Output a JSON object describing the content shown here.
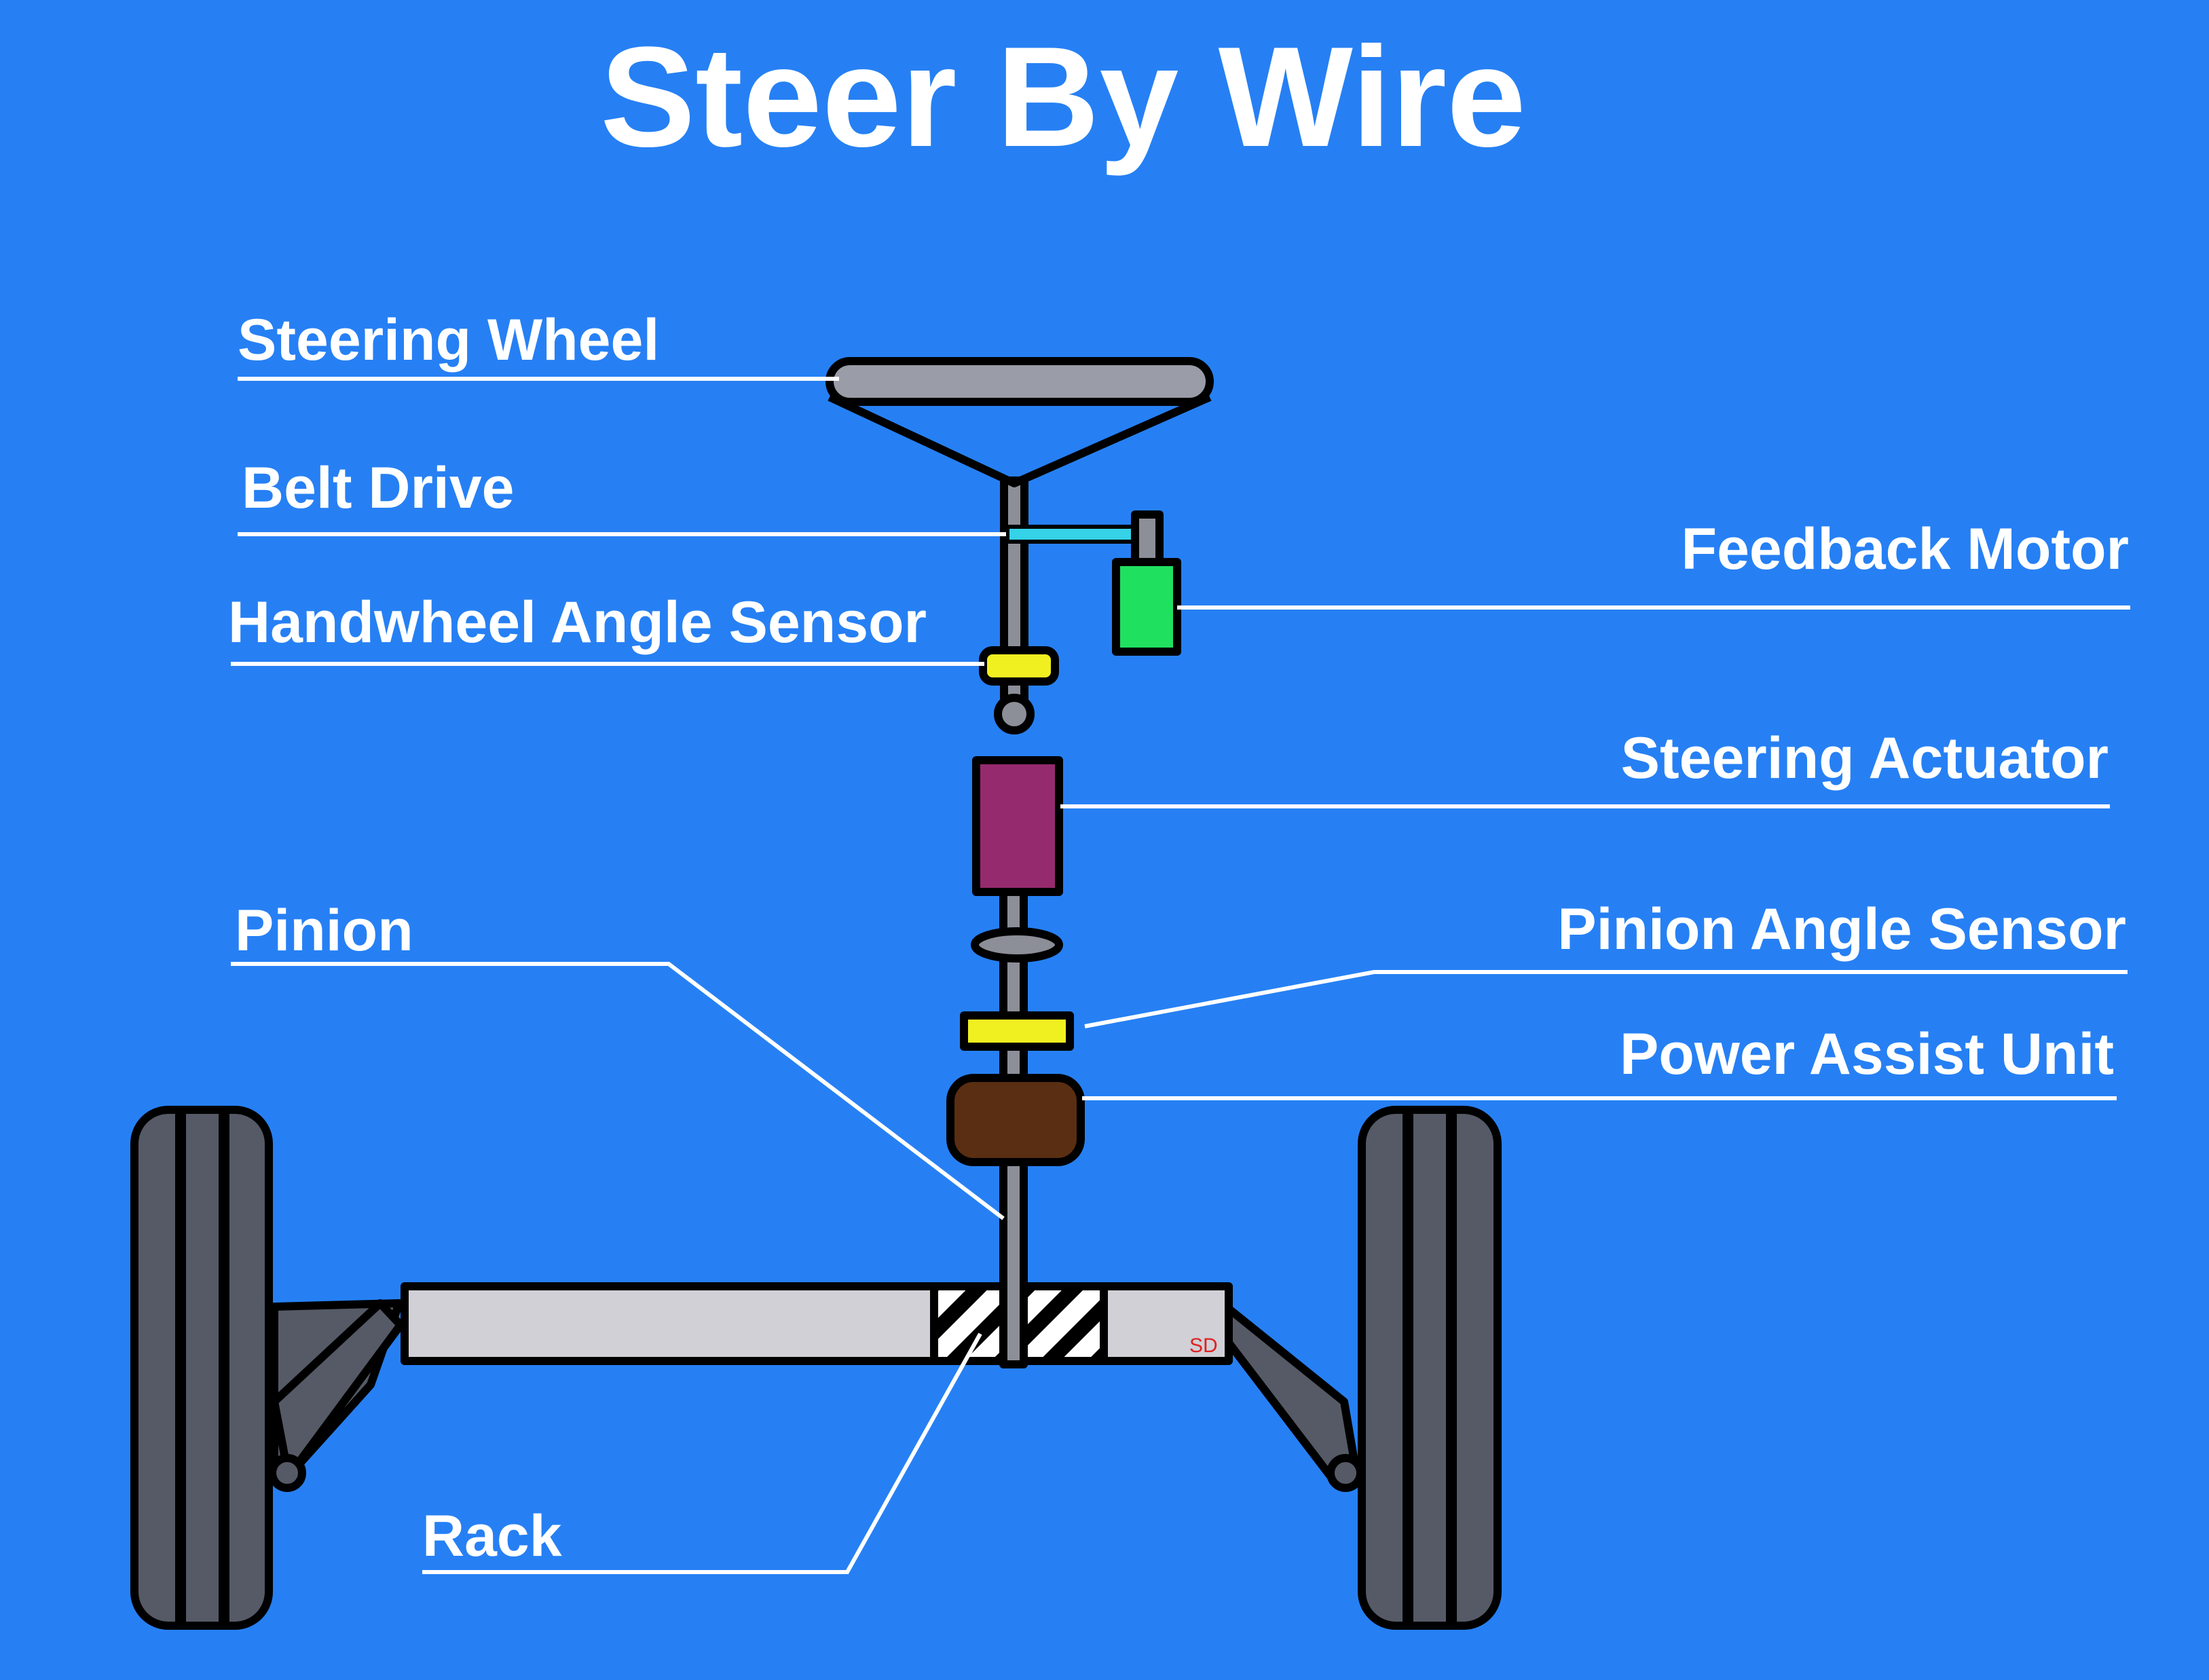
{
  "title": "Steer By Wire",
  "labels": {
    "steering_wheel": "Steering Wheel",
    "belt_drive": "Belt Drive",
    "handwheel_angle_sensor": "Handwheel Angle Sensor",
    "feedback_motor": "Feedback Motor",
    "steering_actuator": "Steering Actuator",
    "pinion": "Pinion",
    "pinion_angle_sensor": "Pinion Angle Sensor",
    "power_assist_unit": "Power Assist Unit",
    "rack": "Rack"
  },
  "signature": "SD",
  "colors": {
    "background": "#2680f4",
    "text": "#ffffff",
    "steering_wheel": "#9a9ca8",
    "belt": "#35d2e8",
    "feedback_motor": "#20e060",
    "sensor": "#f0f020",
    "steering_actuator": "#962a6e",
    "power_assist_unit": "#5a2e12",
    "rack": "#d0d0d6",
    "tire": "#555a66",
    "signature": "#e02020"
  }
}
